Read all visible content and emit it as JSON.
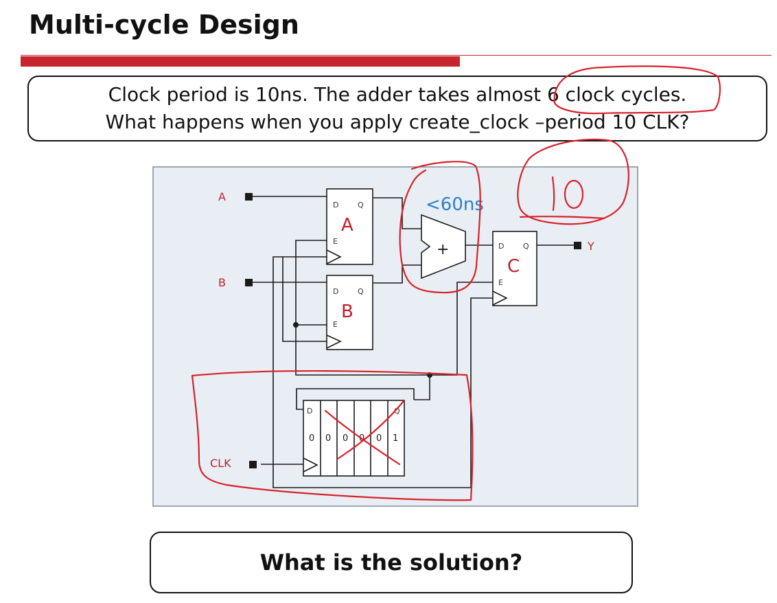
{
  "title": "Multi-cycle Design",
  "question": {
    "line1": "Clock period is 10ns. The adder takes almost 6 clock cycles.",
    "line2": "What happens when you apply create_clock –period 10 CLK?"
  },
  "diagram": {
    "inputs": {
      "a": "A",
      "b": "B",
      "clk": "CLK"
    },
    "output": "Y",
    "registers": {
      "a": {
        "name": "A",
        "d": "D",
        "q": "Q",
        "e": "E"
      },
      "b": {
        "name": "B",
        "d": "D",
        "q": "Q",
        "e": "E"
      },
      "c": {
        "name": "C",
        "d": "D",
        "q": "Q",
        "e": "E"
      }
    },
    "adder_symbol": "+",
    "shift_register": {
      "d": "D",
      "q": "Q",
      "bits": [
        "0",
        "0",
        "0",
        "0",
        "0",
        "1"
      ]
    },
    "annotations": {
      "delay": "<60ns",
      "handwritten_period": "10"
    }
  },
  "solution": "What is the solution?"
}
